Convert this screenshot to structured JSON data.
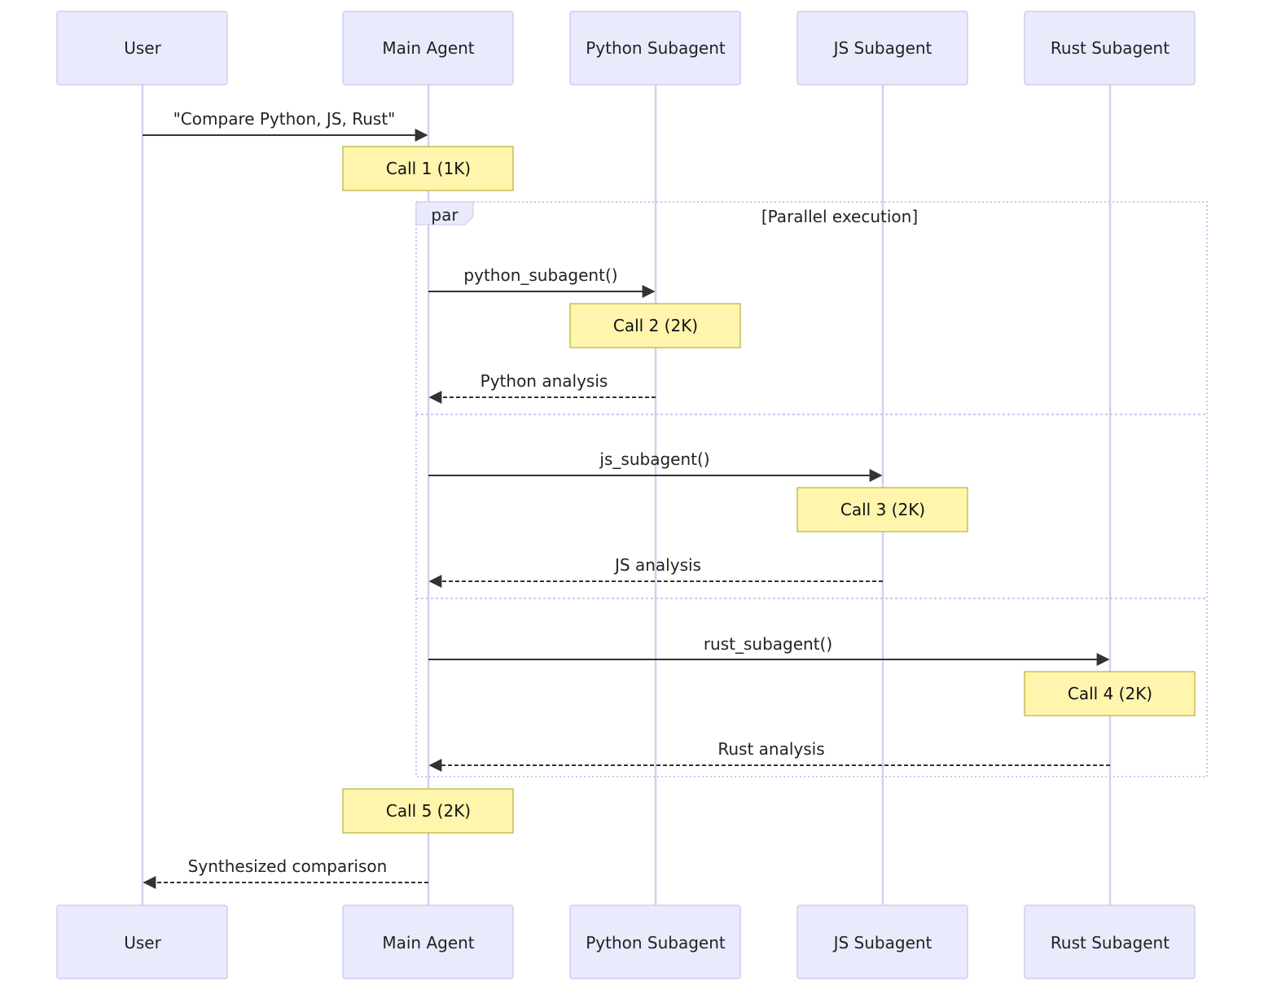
{
  "participants": [
    {
      "id": "user",
      "label": "User"
    },
    {
      "id": "main",
      "label": "Main Agent"
    },
    {
      "id": "python",
      "label": "Python Subagent"
    },
    {
      "id": "js",
      "label": "JS Subagent"
    },
    {
      "id": "rust",
      "label": "Rust Subagent"
    }
  ],
  "messages": [
    {
      "from": "user",
      "to": "main",
      "label": "\"Compare Python, JS, Rust\"",
      "style": "solid"
    },
    {
      "from": "main",
      "to": "python",
      "label": "python_subagent()",
      "style": "solid"
    },
    {
      "from": "python",
      "to": "main",
      "label": "Python analysis",
      "style": "dashed"
    },
    {
      "from": "main",
      "to": "js",
      "label": "js_subagent()",
      "style": "solid"
    },
    {
      "from": "js",
      "to": "main",
      "label": "JS analysis",
      "style": "dashed"
    },
    {
      "from": "main",
      "to": "rust",
      "label": "rust_subagent()",
      "style": "solid"
    },
    {
      "from": "rust",
      "to": "main",
      "label": "Rust analysis",
      "style": "dashed"
    },
    {
      "from": "main",
      "to": "user",
      "label": "Synthesized comparison",
      "style": "dashed"
    }
  ],
  "notes": [
    {
      "over": "main",
      "label": "Call 1 (1K)"
    },
    {
      "over": "python",
      "label": "Call 2 (2K)"
    },
    {
      "over": "js",
      "label": "Call 3 (2K)"
    },
    {
      "over": "rust",
      "label": "Call 4 (2K)"
    },
    {
      "over": "main",
      "label": "Call 5 (2K)"
    }
  ],
  "par_block": {
    "keyword": "par",
    "label": "[Parallel execution]"
  },
  "colors": {
    "actor_fill": "#eaeafd",
    "actor_border": "#cfcdf0",
    "lifeline": "#d9cdf0",
    "note_fill": "#fff5ad",
    "note_border": "#b6b035",
    "arrow": "#333333"
  }
}
